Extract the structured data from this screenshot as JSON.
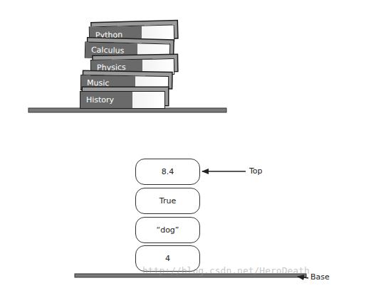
{
  "diagram": {
    "nodes": [
      {
        "text": [
          "Python"
        ]
      },
      {
        "text": [
          "Calculus"
        ]
      },
      {
        "text": [
          "Physics"
        ]
      },
      {
        "text": [
          "Music"
        ]
      },
      {
        "text": [
          "History"
        ]
      },
      {
        "text": [
          "8.4"
        ]
      },
      {
        "text": [
          "True"
        ]
      },
      {
        "text": [
          "“dog”"
        ]
      },
      {
        "text": [
          "4"
        ]
      }
    ],
    "labels": [
      "Top",
      "Base",
      "http://blog.csdn.net/HeroDeath"
    ]
  }
}
